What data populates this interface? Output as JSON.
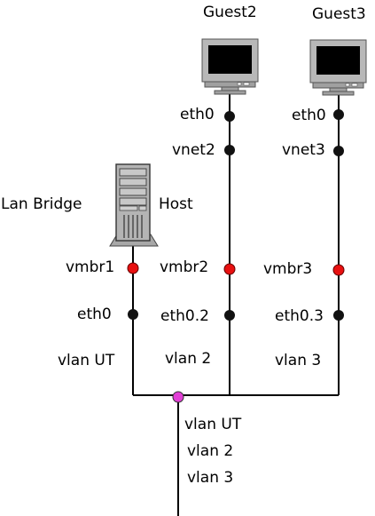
{
  "labels": {
    "guest2": "Guest2",
    "guest3": "Guest3",
    "lan_bridge": "Lan Bridge",
    "host": "Host",
    "g2_eth0": "eth0",
    "g2_vnet2": "vnet2",
    "g3_eth0": "eth0",
    "g3_vnet3": "vnet3",
    "vmbr1": "vmbr1",
    "vmbr2": "vmbr2",
    "vmbr3": "vmbr3",
    "host_eth0": "eth0",
    "eth0_2": "eth0.2",
    "eth0_3": "eth0.3",
    "vlan_ut_left": "vlan UT",
    "vlan_2_mid": "vlan 2",
    "vlan_3_right": "vlan 3",
    "trunk_vlan_ut": "vlan UT",
    "trunk_vlan_2": "vlan 2",
    "trunk_vlan_3": "vlan 3"
  },
  "colors": {
    "bridge_port": "#e81010",
    "interface_port": "#111111",
    "junction": "#e23fd6",
    "device_body": "#b4b4b4",
    "screen": "#000000"
  },
  "icons": {
    "guest2": "monitor-icon",
    "guest3": "monitor-icon",
    "host": "server-tower-icon"
  }
}
